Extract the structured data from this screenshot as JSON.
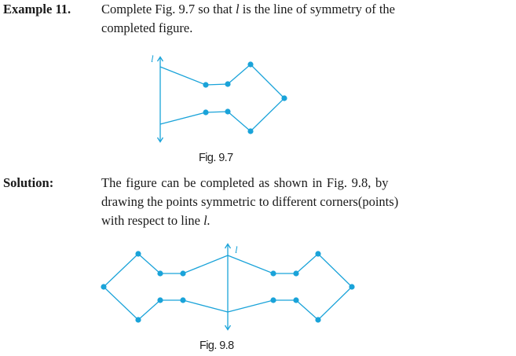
{
  "example": {
    "label": "Example 11.",
    "line1_pre": "Complete Fig. 9.7 so that ",
    "line1_var": "l",
    "line1_post": " is the line of symmetry of the",
    "line2": "completed figure."
  },
  "figure1": {
    "axis_label": "l",
    "caption": "Fig. 9.7"
  },
  "solution": {
    "label": "Solution:",
    "line1": "The figure can be completed as shown in Fig. 9.8, by",
    "line2": "drawing the points symmetric to different corners(points)",
    "line3_pre": "with respect to line ",
    "line3_var": "l."
  },
  "figure2": {
    "axis_label": "l",
    "caption": "Fig. 9.8"
  },
  "colors": {
    "line": "#1aa3d9",
    "point": "#1aa3d9",
    "text": "#1a1a1a"
  }
}
